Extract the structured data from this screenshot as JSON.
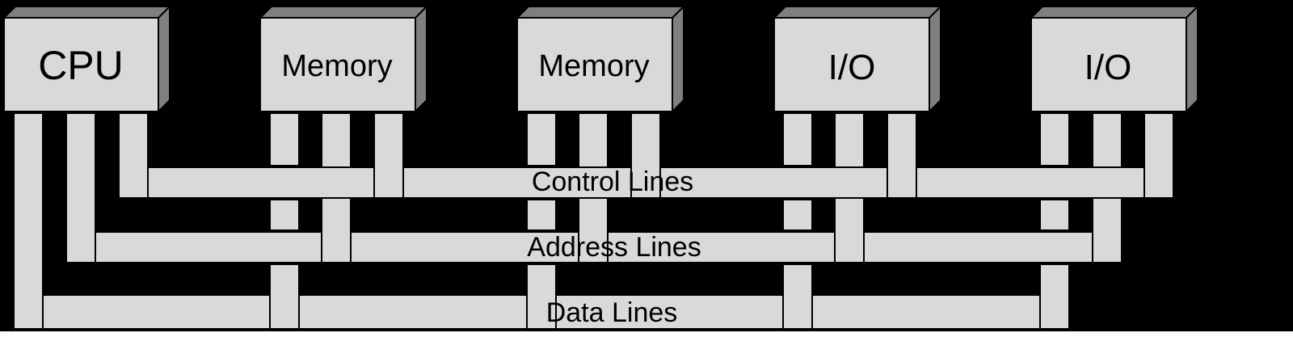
{
  "components": [
    {
      "label": "CPU"
    },
    {
      "label": "Memory"
    },
    {
      "label": "Memory"
    },
    {
      "label": "I/O"
    },
    {
      "label": "I/O"
    }
  ],
  "buses": {
    "control": "Control Lines",
    "address": "Address Lines",
    "data": "Data Lines"
  },
  "colors": {
    "background": "#000000",
    "box_face": "#d9d9d9",
    "box_side": "#7f7f7f",
    "line_fill": "#d9d9d9",
    "outline": "#000000",
    "page": "#ffffff"
  }
}
